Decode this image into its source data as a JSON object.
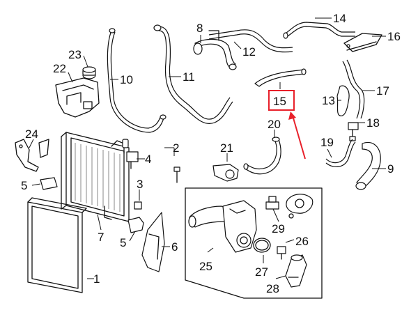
{
  "diagram": {
    "callouts": [
      {
        "id": "c1",
        "text": "1"
      },
      {
        "id": "c2",
        "text": "2"
      },
      {
        "id": "c3",
        "text": "3"
      },
      {
        "id": "c4",
        "text": "4"
      },
      {
        "id": "c5a",
        "text": "5"
      },
      {
        "id": "c5b",
        "text": "5"
      },
      {
        "id": "c6",
        "text": "6"
      },
      {
        "id": "c7",
        "text": "7"
      },
      {
        "id": "c8",
        "text": "8"
      },
      {
        "id": "c9",
        "text": "9"
      },
      {
        "id": "c10",
        "text": "10"
      },
      {
        "id": "c11",
        "text": "11"
      },
      {
        "id": "c12",
        "text": "12"
      },
      {
        "id": "c13",
        "text": "13"
      },
      {
        "id": "c14",
        "text": "14"
      },
      {
        "id": "c15",
        "text": "15"
      },
      {
        "id": "c16",
        "text": "16"
      },
      {
        "id": "c17",
        "text": "17"
      },
      {
        "id": "c18",
        "text": "18"
      },
      {
        "id": "c19",
        "text": "19"
      },
      {
        "id": "c20",
        "text": "20"
      },
      {
        "id": "c21",
        "text": "21"
      },
      {
        "id": "c22",
        "text": "22"
      },
      {
        "id": "c23",
        "text": "23"
      },
      {
        "id": "c24",
        "text": "24"
      },
      {
        "id": "c25",
        "text": "25"
      },
      {
        "id": "c26",
        "text": "26"
      },
      {
        "id": "c27",
        "text": "27"
      },
      {
        "id": "c28",
        "text": "28"
      },
      {
        "id": "c29",
        "text": "29"
      }
    ],
    "highlight": {
      "part": "15",
      "color": "#e8202a"
    }
  }
}
